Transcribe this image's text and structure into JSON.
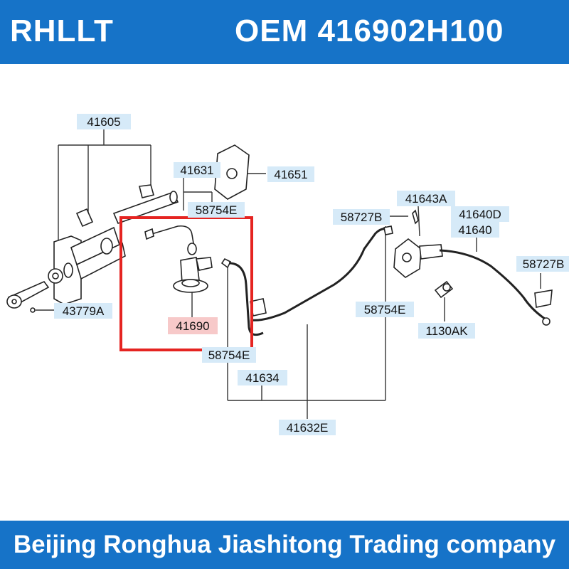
{
  "header": {
    "brand": "RHLLT",
    "oem": "OEM  416902H100"
  },
  "footer": {
    "company": "Beijing Ronghua Jiashitong Trading company"
  },
  "diagram": {
    "highlight_color": "#e52421",
    "label_color": "#d6eaf8",
    "highlight_label_color": "#f7c9c9",
    "part_labels": [
      {
        "id": "41605",
        "text": "41605"
      },
      {
        "id": "41631",
        "text": "41631"
      },
      {
        "id": "41651",
        "text": "41651"
      },
      {
        "id": "58754E-a",
        "text": "58754E"
      },
      {
        "id": "58727B-a",
        "text": "58727B"
      },
      {
        "id": "41643A",
        "text": "41643A"
      },
      {
        "id": "41640D",
        "text": "41640D"
      },
      {
        "id": "41640",
        "text": "41640"
      },
      {
        "id": "58727B-b",
        "text": "58727B"
      },
      {
        "id": "41690",
        "text": "41690"
      },
      {
        "id": "43779A",
        "text": "43779A"
      },
      {
        "id": "58754E-b",
        "text": "58754E"
      },
      {
        "id": "1130AK",
        "text": "1130AK"
      },
      {
        "id": "58754E-c",
        "text": "58754E"
      },
      {
        "id": "41634",
        "text": "41634"
      },
      {
        "id": "41632E",
        "text": "41632E"
      }
    ]
  }
}
